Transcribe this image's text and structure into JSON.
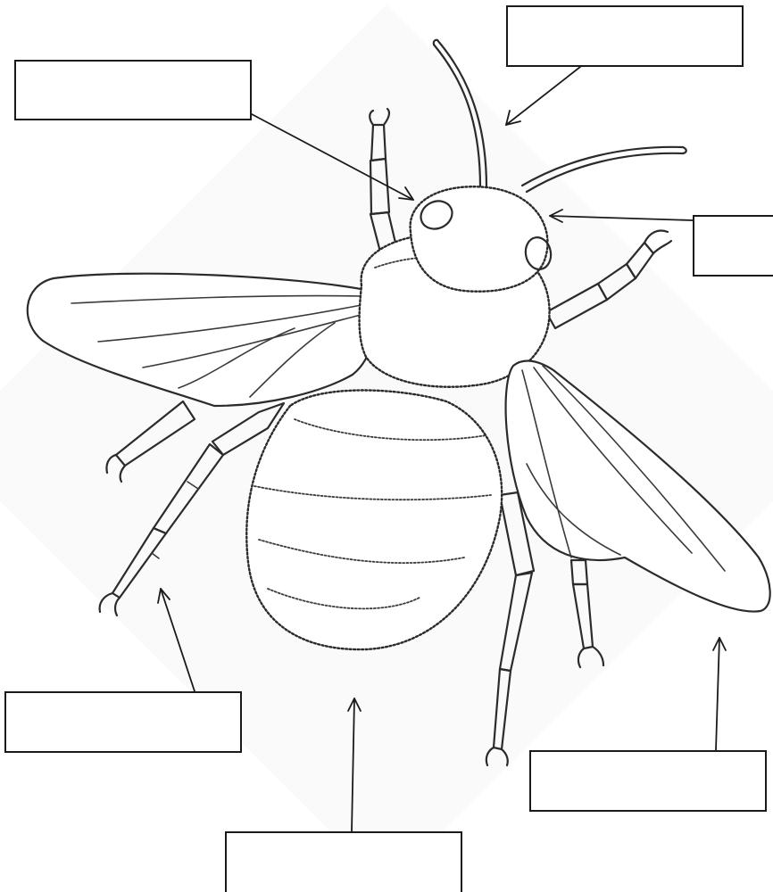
{
  "diagram": {
    "subject": "bumblebee",
    "labels": [
      {
        "id": "box-antenna",
        "text": ""
      },
      {
        "id": "box-eye",
        "text": ""
      },
      {
        "id": "box-head",
        "text": ""
      },
      {
        "id": "box-leg",
        "text": ""
      },
      {
        "id": "box-wing",
        "text": ""
      },
      {
        "id": "box-abdomen",
        "text": ""
      }
    ]
  },
  "colors": {
    "ink": "#2b2b2b",
    "paper": "#ffffff",
    "backdrop": "#fafafa"
  }
}
